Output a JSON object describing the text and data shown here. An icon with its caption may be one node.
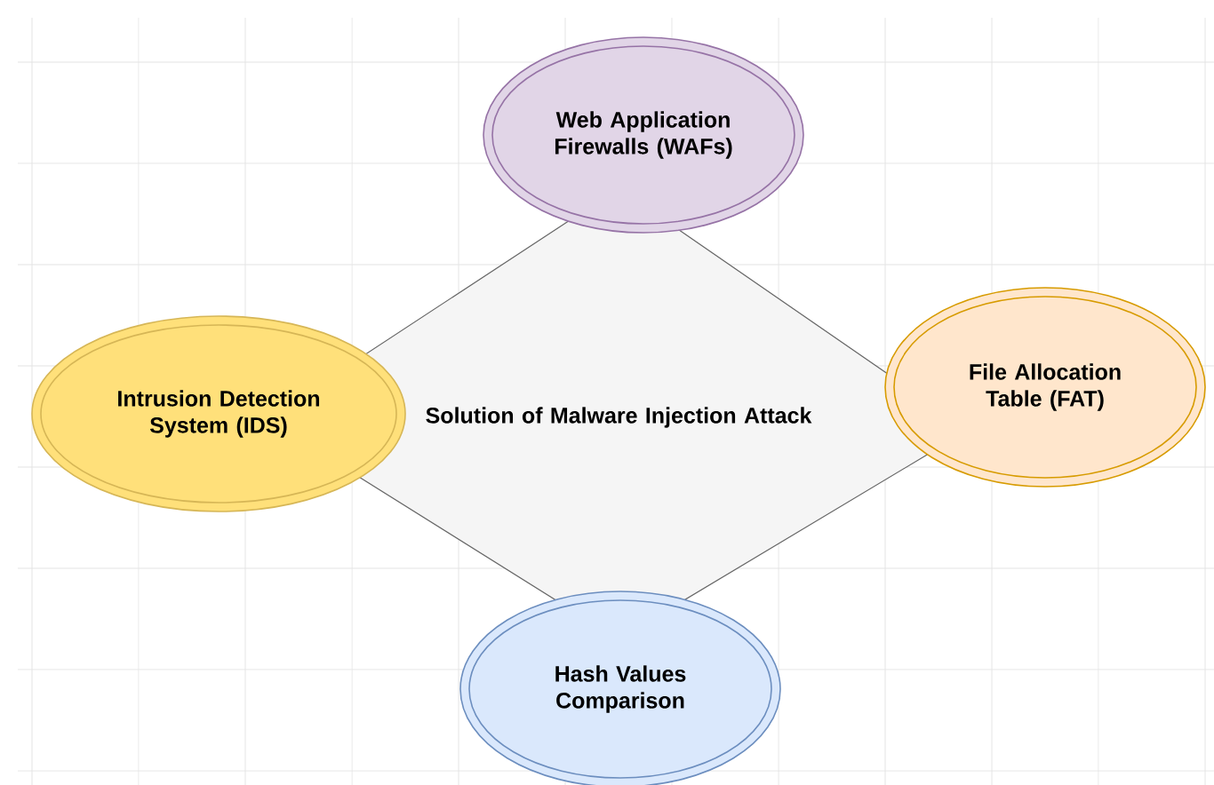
{
  "diagram": {
    "nodes": [
      {
        "text": [
          "Web Application Firewalls (WAFs)"
        ]
      },
      {
        "text": [
          "Intrusion Detection System (IDS)"
        ]
      },
      {
        "text": [
          "Solution of Malware Injection Attack"
        ]
      },
      {
        "text": [
          "File Allocation Table (FAT)"
        ]
      },
      {
        "text": [
          "Hash Values Comparison"
        ]
      }
    ]
  }
}
